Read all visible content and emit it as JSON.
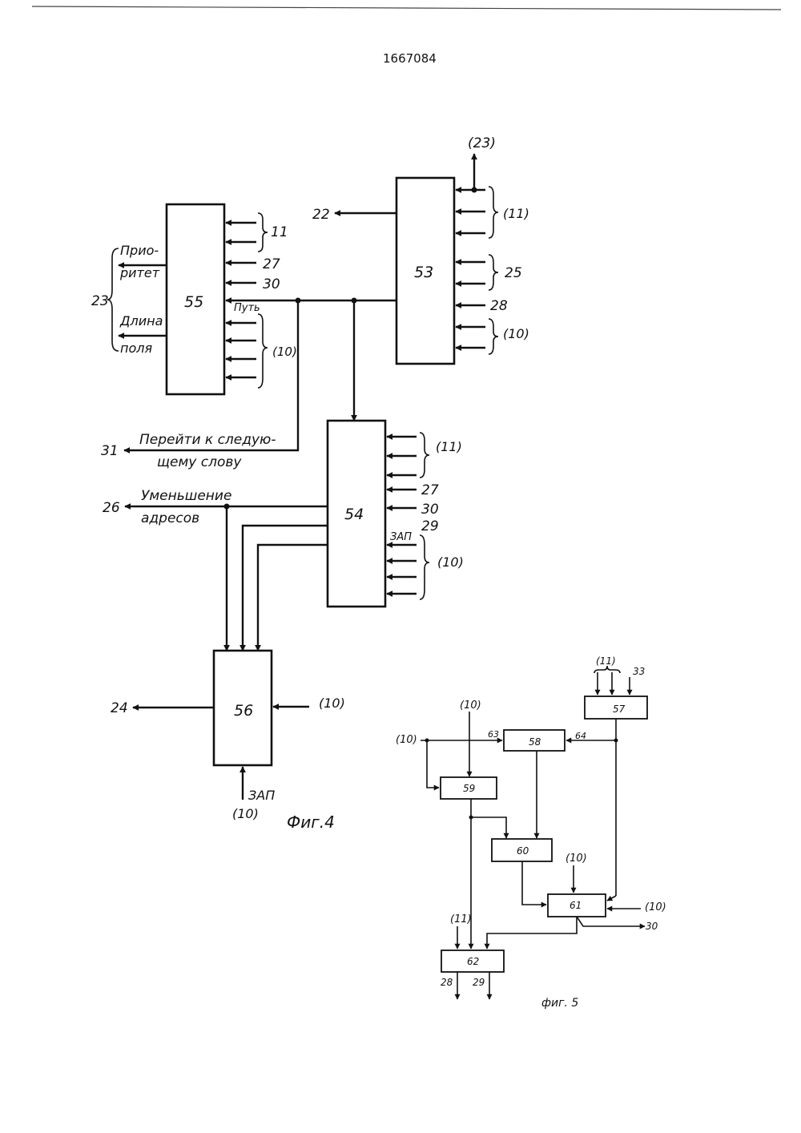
{
  "page_number": "1667084",
  "fig4": {
    "caption": "Фиг.4",
    "blocks": {
      "b53": "53",
      "b54": "54",
      "b55": "55",
      "b56": "56"
    },
    "labels": {
      "out_23_top": "(23)",
      "out_22": "22",
      "in53_g11": "(11)",
      "in53_g25": "25",
      "in53_28": "28",
      "in53_g10": "(10)",
      "in55_g11": "11",
      "in55_27": "27",
      "in55_30": "30",
      "in55_path": "Путь",
      "in55_g10": "(10)",
      "out55_group": "23",
      "out55_priority_1": "Прио-",
      "out55_priority_2": "ритет",
      "out55_length_1": "Длина",
      "out55_length_2": "поля",
      "out_31": "31",
      "next_word_1": "Перейти к следую-",
      "next_word_2": "щему слову",
      "in54_g11": "(11)",
      "in54_27": "27",
      "in54_30": "30",
      "in54_29": "29",
      "in54_zap": "ЗАП",
      "in54_g10": "(10)",
      "out_26": "26",
      "decrease_1": "Уменьшение",
      "decrease_2": "адресов",
      "out_24": "24",
      "in56_10": "(10)",
      "in56_zap": "ЗАП",
      "in56_zap10": "(10)"
    }
  },
  "fig5": {
    "caption": "фиг. 5",
    "blocks": {
      "b57": "57",
      "b58": "58",
      "b59": "59",
      "b60": "60",
      "b61": "61",
      "b62": "62"
    },
    "labels": {
      "in57_11": "(11)",
      "in57_33": "33",
      "in59_10": "(10)",
      "in58_10": "(10)",
      "label_63": "63",
      "label_64": "64",
      "in61_10_top": "(10)",
      "in61_10_right": "(10)",
      "out_30": "30",
      "in62_11": "(11)",
      "out_28": "28",
      "out_29": "29"
    }
  }
}
